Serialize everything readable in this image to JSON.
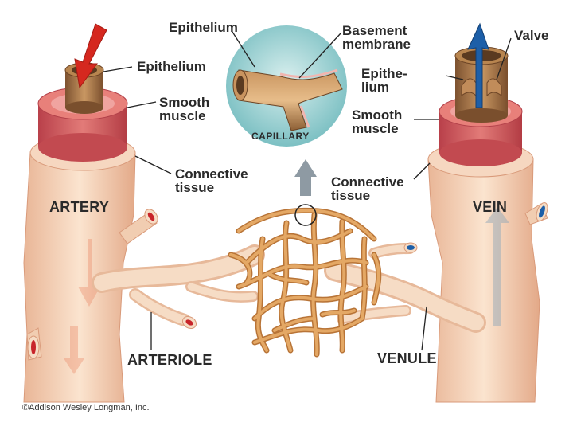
{
  "labels": {
    "artery_epithelium": "Epithelium",
    "artery_smooth_muscle": [
      "Smooth",
      "muscle"
    ],
    "artery_connective_tissue": [
      "Connective",
      "tissue"
    ],
    "artery": "ARTERY",
    "capillary_epithelium": "Epithelium",
    "basement_membrane": [
      "Basement",
      "membrane"
    ],
    "capillary": "CAPILLARY",
    "valve": "Valve",
    "vein_epithelium": [
      "Epithe-",
      "lium"
    ],
    "vein_smooth_muscle": [
      "Smooth",
      "muscle"
    ],
    "vein_connective_tissue": [
      "Connective",
      "tissue"
    ],
    "vein": "VEIN",
    "arteriole": "ARTERIOLE",
    "venule": "VENULE"
  },
  "credit": "©Addison Wesley Longman, Inc.",
  "colors": {
    "arterial_flow": "#d5281f",
    "venous_flow": "#1d5fa8",
    "vessel_tissue": "#f3d2b6",
    "smooth_muscle": "#d35a5c",
    "epithelium": "#9a6a3d",
    "capillary_bed": "#e0964f",
    "capillary_inset_bg": "#9fd3d3"
  }
}
